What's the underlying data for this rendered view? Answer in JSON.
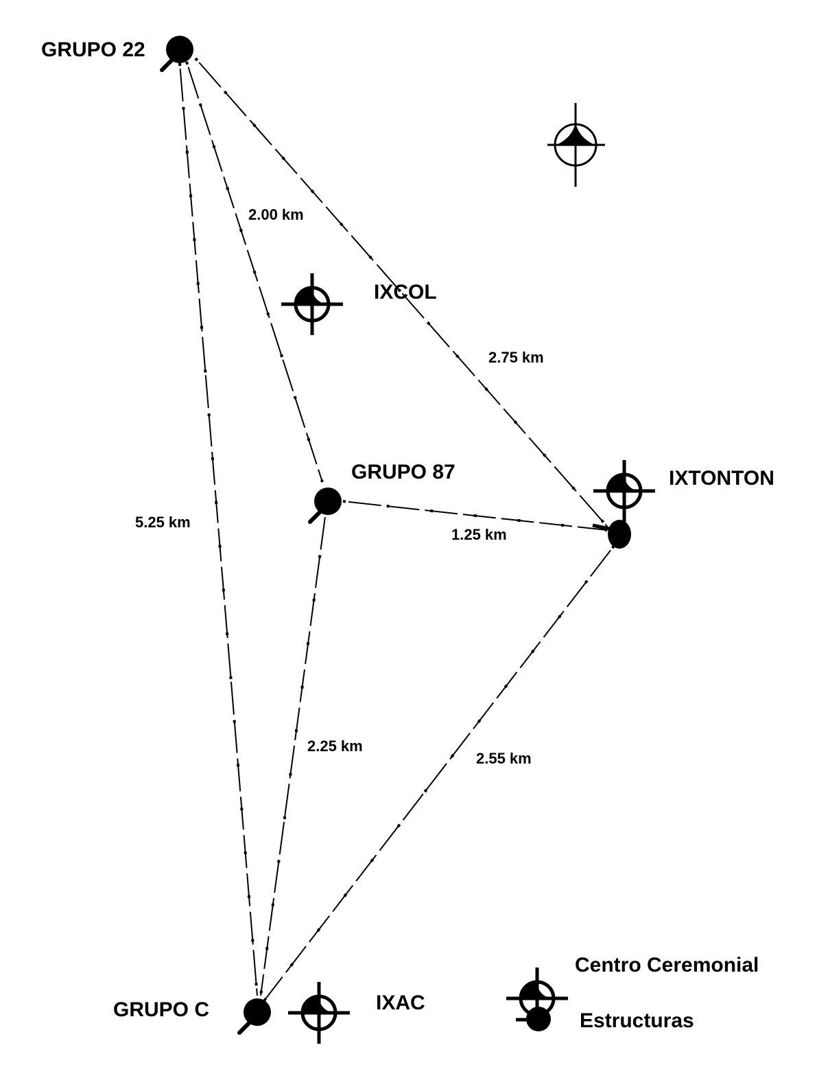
{
  "colors": {
    "ink": "#000000",
    "paper": "#ffffff"
  },
  "sites": {
    "grupo22": {
      "name": "GRUPO 22",
      "symbol": "estructura-icon"
    },
    "grupo87": {
      "name": "GRUPO 87",
      "symbol": "estructura-icon"
    },
    "grupoC": {
      "name": "GRUPO C",
      "symbol": "estructura-icon"
    },
    "ixtontonStructure": {
      "symbol": "estructura-icon"
    },
    "ixcol": {
      "name": "IXCOL",
      "symbol": "centro-ceremonial-icon"
    },
    "ixtonton": {
      "name": "IXTONTON",
      "symbol": "centro-ceremonial-icon"
    },
    "ixac": {
      "name": "IXAC",
      "symbol": "centro-ceremonial-icon"
    }
  },
  "routes": [
    {
      "from": "GRUPO 22",
      "to": "GRUPO 87",
      "distance": "2.00 km"
    },
    {
      "from": "GRUPO 22",
      "to": "IXTONTON",
      "distance": "2.75 km"
    },
    {
      "from": "GRUPO 87",
      "to": "IXTONTON",
      "distance": "1.25 km"
    },
    {
      "from": "GRUPO 22",
      "to": "GRUPO C",
      "distance": "5.25 km"
    },
    {
      "from": "GRUPO 87",
      "to": "GRUPO C",
      "distance": "2.25 km"
    },
    {
      "from": "IXTONTON",
      "to": "GRUPO C",
      "distance": "2.55 km"
    }
  ],
  "north_arrow": {
    "symbol": "north-arrow-icon"
  },
  "legend": {
    "centro_ceremonial": "Centro Ceremonial",
    "estructuras": "Estructuras"
  }
}
